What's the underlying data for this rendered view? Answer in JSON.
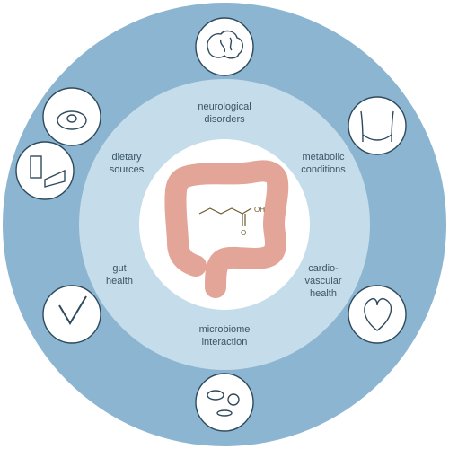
{
  "center": {
    "molecule_label": "OH",
    "molecule_o_label": "O"
  },
  "inner_labels": {
    "top": [
      "neurological",
      "disorders"
    ],
    "left_top": [
      "dietary",
      "sources"
    ],
    "right_top": [
      "metabolic",
      "conditions"
    ],
    "left_bottom": [
      "gut",
      "health"
    ],
    "right_bottom": [
      "cardio-",
      "vascular",
      "health"
    ],
    "bottom": [
      "microbiome",
      "interaction"
    ]
  },
  "icons": [
    "brain-icon",
    "abdomen-icon",
    "heart-icon",
    "bacteria-icon",
    "intestine-check-icon",
    "dairy-icon",
    "steak-icon"
  ],
  "colors": {
    "outer_ring": "#8bb5d0",
    "inner_ring": "#c5dcea",
    "center": "#ffffff",
    "intestine": "#e2a597",
    "icon_stroke": "#2e4a5c",
    "text": "#3a5566"
  }
}
